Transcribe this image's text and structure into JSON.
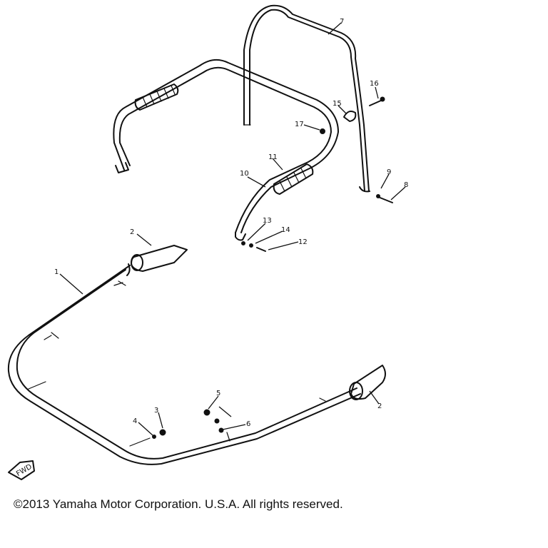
{
  "callouts": [
    "1",
    "2",
    "2",
    "3",
    "4",
    "5",
    "6",
    "7",
    "8",
    "9",
    "10",
    "11",
    "12",
    "13",
    "14",
    "15",
    "16",
    "17"
  ],
  "fwd_label": "FWD",
  "copyright": "©2013 Yamaha Motor Corporation. U.S.A. All rights reserved."
}
